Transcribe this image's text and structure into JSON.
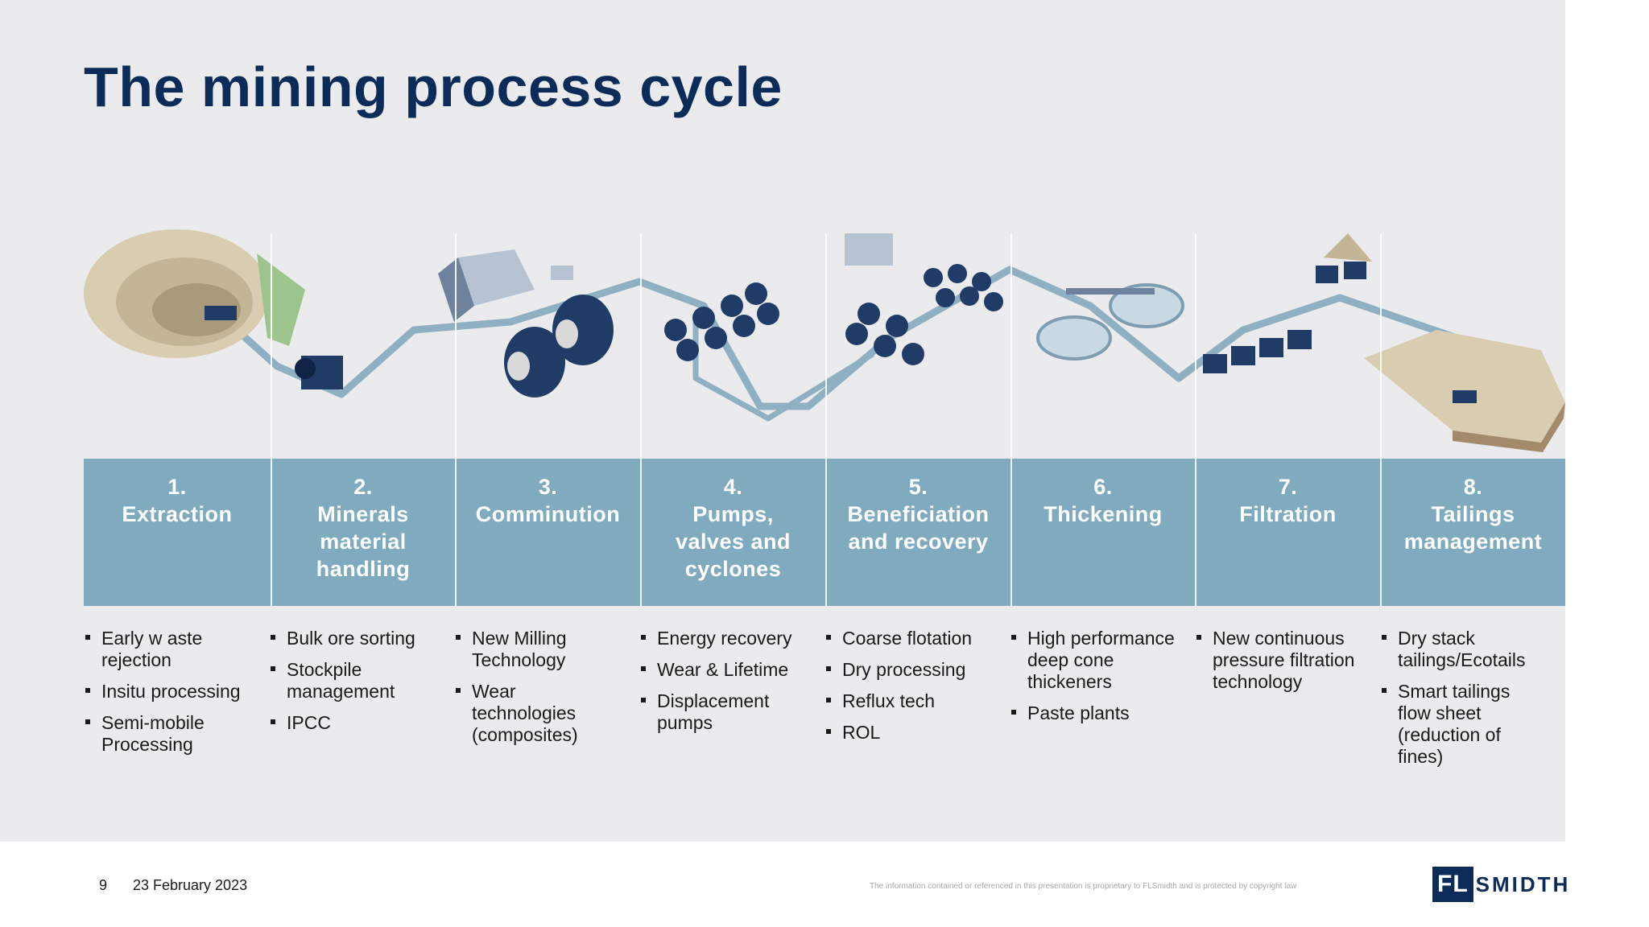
{
  "title": "The mining process cycle",
  "steps": [
    {
      "number": "1.",
      "name": "Extraction",
      "items": [
        "Early w aste\nrejection",
        "Insitu processing",
        "Semi-mobile\nProcessing"
      ]
    },
    {
      "number": "2.",
      "name": "Minerals\nmaterial\nhandling",
      "items": [
        "Bulk ore sorting",
        "Stockpile\nmanagement",
        "IPCC"
      ]
    },
    {
      "number": "3.",
      "name": "Comminution",
      "items": [
        "New Milling\nTechnology",
        "Wear\ntechnologies\n(composites)"
      ]
    },
    {
      "number": "4.",
      "name": "Pumps,\nvalves and\ncyclones",
      "items": [
        "Energy recovery",
        "Wear & Lifetime",
        "Displacement\npumps"
      ]
    },
    {
      "number": "5.",
      "name": "Beneficiation\nand recovery",
      "items": [
        "Coarse flotation",
        "Dry processing",
        "Reflux tech",
        "ROL"
      ]
    },
    {
      "number": "6.",
      "name": "Thickening",
      "items": [
        "High performance\ndeep cone\nthickeners",
        "Paste plants"
      ]
    },
    {
      "number": "7.",
      "name": "Filtration",
      "items": [
        "New continuous\npressure filtration\ntechnology"
      ]
    },
    {
      "number": "8.",
      "name": "Tailings\nmanagement",
      "items": [
        "Dry stack\ntailings/Ecotails",
        "Smart tailings\nflow sheet\n(reduction of\nfines)"
      ]
    }
  ],
  "footer": {
    "page": "9",
    "date": "23 February 2023",
    "legal": "The information contained or referenced in this presentation is proprietary to FLSmidth and is protected by copyright law"
  },
  "logo": {
    "part1": "FL",
    "part2": "SMIDTH"
  },
  "colors": {
    "title": "#0b2c58",
    "band": "#80abbe",
    "background": "#ebebed",
    "equipment": "#1f3b66",
    "pipe": "#8fb0c3"
  }
}
